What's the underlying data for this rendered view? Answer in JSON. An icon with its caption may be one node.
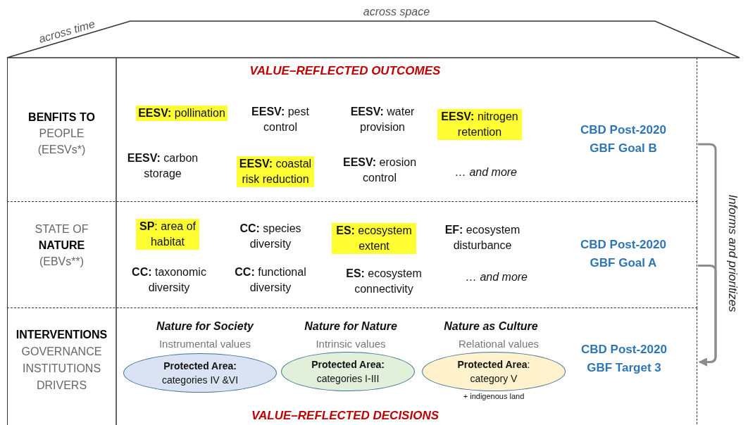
{
  "diagram": {
    "nodes": [
      {
        "text": [
          "BENFITS TO",
          "PEOPLE",
          "(EESVs*)"
        ]
      },
      {
        "text": [
          "STATE OF",
          "NATURE",
          "(EBVs**)"
        ]
      },
      {
        "text": [
          "INTERVENTIONS",
          "GOVERNANCE",
          "INSTITUTIONS",
          "DRIVERS"
        ]
      },
      {
        "text": [
          "**Protected Area:** categories IV &VI"
        ],
        "in": 2
      },
      {
        "text": [
          "**Protected Area:** categories I-III"
        ],
        "in": 2
      },
      {
        "text": [
          "**Protected Area**: category V"
        ],
        "in": 2,
        "beside": [
          "+ indigenous land"
        ]
      }
    ],
    "edges": [
      {
        "from": 0,
        "to": 2,
        "arrow": "to",
        "label": "Informs and prioritizes"
      },
      {
        "from": 1,
        "to": 2,
        "arrow": "to"
      }
    ],
    "labels": [
      "across space",
      "across time",
      "VALUE–REFLECTED OUTCOMES",
      "**EESV:** pollination",
      "**EESV:** pest control",
      "**EESV:** water provision",
      "**EESV:** nitrogen retention",
      "CBD Post-2020 GBF Goal B",
      "**EESV:** carbon storage",
      "**EESV:** coastal risk reduction",
      "**EESV:** erosion control",
      "… and more",
      "**SP**: area of habitat",
      "**CC:** species diversity",
      "**ES:** ecosystem extent",
      "**EF:** ecosystem disturbance",
      "CBD Post-2020 GBF Goal A",
      "**CC:** taxonomic diversity",
      "**CC:** functional diversity",
      "**ES:** ecosystem connectivity",
      "… and more",
      "Nature for Society",
      "Nature for Nature",
      "Nature as Culture",
      "Instrumental  values",
      "Intrinsic values",
      "Relational values",
      "CBD Post-2020 GBF Target 3",
      "VALUE–REFLECTED DECISIONS"
    ]
  }
}
